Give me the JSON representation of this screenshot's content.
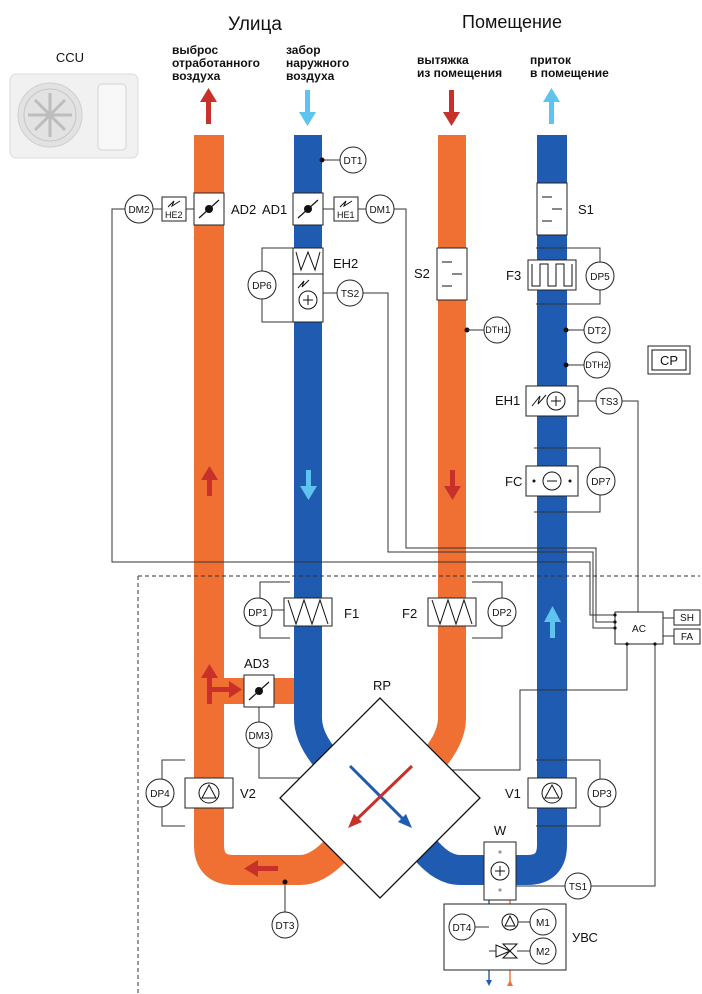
{
  "headers": {
    "street": "Улица",
    "room": "Помещение",
    "ccu": "CCU"
  },
  "flows": {
    "exhaust_out": [
      "выброс",
      "отработанного",
      "воздуха"
    ],
    "intake_out": [
      "забор",
      "наружного",
      "воздуха"
    ],
    "extract_in": [
      "вытяжка",
      "из помещения"
    ],
    "supply_in": [
      "приток",
      "в помещение"
    ]
  },
  "components": {
    "AD1": "AD1",
    "AD2": "AD2",
    "AD3": "AD3",
    "HE1": "HE1",
    "HE2": "HE2",
    "DM1": "DM1",
    "DM2": "DM2",
    "DM3": "DM3",
    "DT1": "DT1",
    "DT2": "DT2",
    "DT3": "DT3",
    "DT4": "DT4",
    "DTH1": "DTH1",
    "DTH2": "DTH2",
    "EH1": "EH1",
    "EH2": "EH2",
    "TS1": "TS1",
    "TS2": "TS2",
    "TS3": "TS3",
    "DP1": "DP1",
    "DP2": "DP2",
    "DP3": "DP3",
    "DP4": "DP4",
    "DP5": "DP5",
    "DP6": "DP6",
    "DP7": "DP7",
    "S1": "S1",
    "S2": "S2",
    "F1": "F1",
    "F2": "F2",
    "F3": "F3",
    "FC": "FC",
    "CP": "CP",
    "AC": "AC",
    "SH": "SH",
    "FA": "FA",
    "RP": "RP",
    "V1": "V1",
    "V2": "V2",
    "W": "W",
    "M1": "M1",
    "M2": "M2",
    "UVS": "УВС"
  },
  "colors": {
    "warm_duct": "#F07033",
    "cold_duct": "#1F5BB0",
    "warm_arrow": "#C8302A",
    "cold_arrow": "#5EC3EE"
  }
}
